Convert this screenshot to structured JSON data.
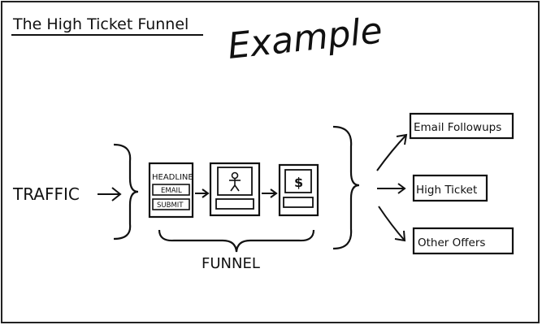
{
  "title": "The High Ticket Funnel",
  "subtitle": "Example",
  "source": "TRAFFIC",
  "funnel": {
    "label": "FUNNEL",
    "optin_page": {
      "headline": "HEADLINE",
      "email": "EMAIL",
      "submit": "SUBMIT"
    },
    "sales_page": {
      "icon": "person-icon"
    },
    "order_page": {
      "icon": "dollar-icon",
      "symbol": "$"
    }
  },
  "outcomes": [
    "Email Followups",
    "High Ticket",
    "Other Offers"
  ],
  "colors": {
    "ink": "#111111",
    "paper": "#ffffff",
    "border": "#222222"
  }
}
